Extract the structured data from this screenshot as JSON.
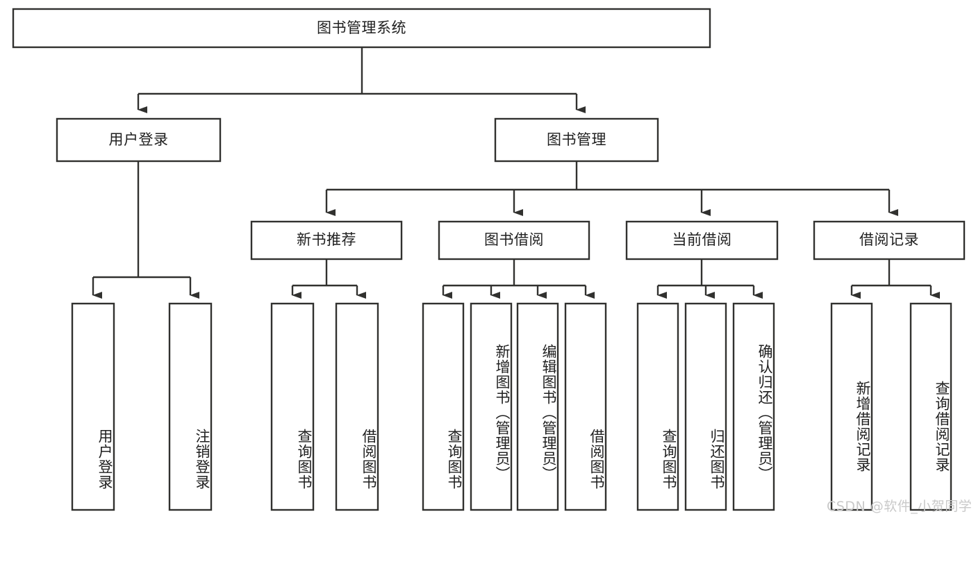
{
  "diagram": {
    "type": "tree-hierarchy",
    "title": "图书管理系统",
    "watermark": "CSDN @软件_小贺同学",
    "colors": {
      "stroke": "#31312f",
      "fill": "#ffffff",
      "text": "#1f1f1f",
      "watermark": "#c9c9c9"
    },
    "levels": {
      "root": {
        "label": "图书管理系统"
      },
      "level2": [
        {
          "label": "用户登录"
        },
        {
          "label": "图书管理"
        }
      ],
      "level3": [
        {
          "label": "新书推荐"
        },
        {
          "label": "图书借阅"
        },
        {
          "label": "当前借阅"
        },
        {
          "label": "借阅记录"
        }
      ],
      "leaves": [
        {
          "label": "用户登录",
          "parent": "用户登录"
        },
        {
          "label": "注销登录",
          "parent": "用户登录"
        },
        {
          "label": "查询图书",
          "parent": "新书推荐"
        },
        {
          "label": "借阅图书",
          "parent": "新书推荐"
        },
        {
          "label": "查询图书",
          "parent": "图书借阅"
        },
        {
          "label": "新增图书（管理员）",
          "parent": "图书借阅"
        },
        {
          "label": "编辑图书（管理员）",
          "parent": "图书借阅"
        },
        {
          "label": "借阅图书",
          "parent": "图书借阅"
        },
        {
          "label": "查询图书",
          "parent": "当前借阅"
        },
        {
          "label": "归还图书",
          "parent": "当前借阅"
        },
        {
          "label": "确认归还（管理员）",
          "parent": "当前借阅"
        },
        {
          "label": "新增借阅记录",
          "parent": "借阅记录"
        },
        {
          "label": "查询借阅记录",
          "parent": "借阅记录"
        }
      ]
    }
  }
}
